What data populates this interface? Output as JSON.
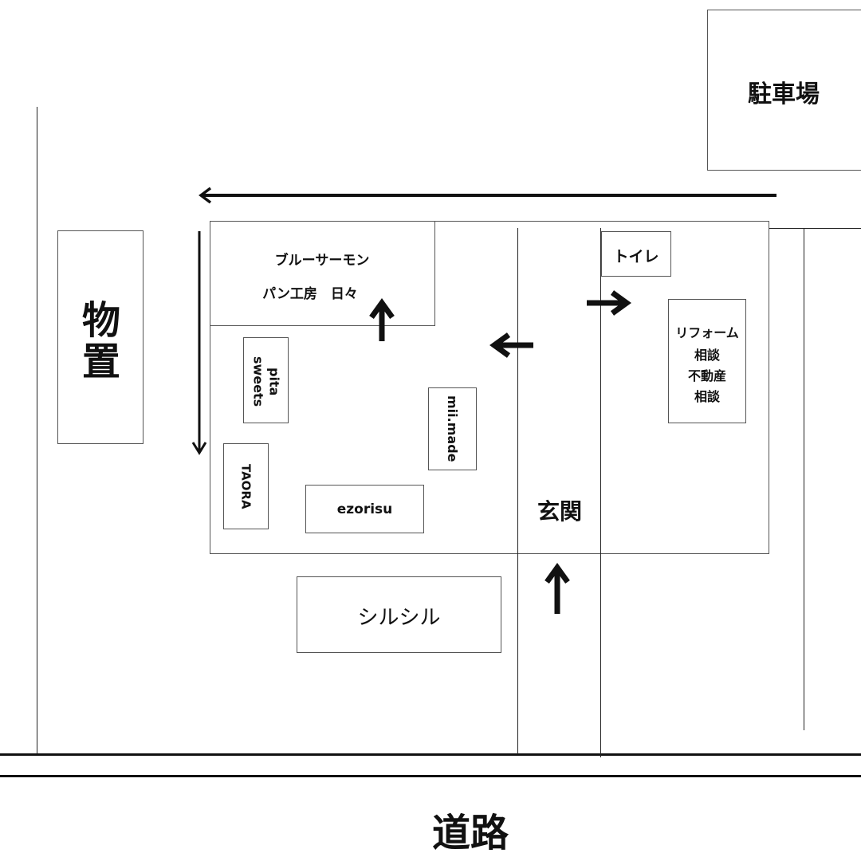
{
  "map": {
    "parking": "駐車場",
    "storage": "物置",
    "road": "道路",
    "entrance": "玄関",
    "toilet": "トイレ",
    "shiru": "シルシル",
    "booths": {
      "blue_salmon": "ブルーサーモン",
      "pan_kobo": "パン工房　日々",
      "pita_sweets": "pita sweets",
      "taora": "TAORA",
      "ezorisu": "ezorisu",
      "mii_made": "mii.made",
      "reform_1": "リフォーム",
      "reform_2": "相談",
      "reform_3": "不動産",
      "reform_4": "相談"
    }
  }
}
